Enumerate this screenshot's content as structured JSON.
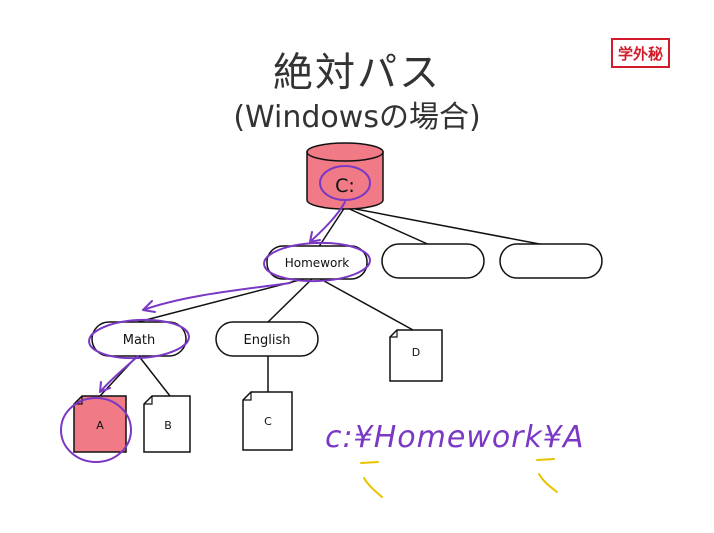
{
  "slide": {
    "title": "絶対パス",
    "subtitle": "(Windowsの場合)",
    "stamp": "学外秘"
  },
  "tree": {
    "drive_label": "C:",
    "folders": {
      "homework": "Homework",
      "math": "Math",
      "english": "English"
    },
    "files": {
      "a": "A",
      "b": "B",
      "c": "C",
      "d": "D"
    }
  },
  "annotation": {
    "path_text": "c:¥Homework¥A"
  },
  "colors": {
    "highlight_fill": "#f07a86",
    "ink_purple": "#7a38c4",
    "ink_yellow": "#e9c200",
    "stamp_red": "#d21b2b"
  }
}
